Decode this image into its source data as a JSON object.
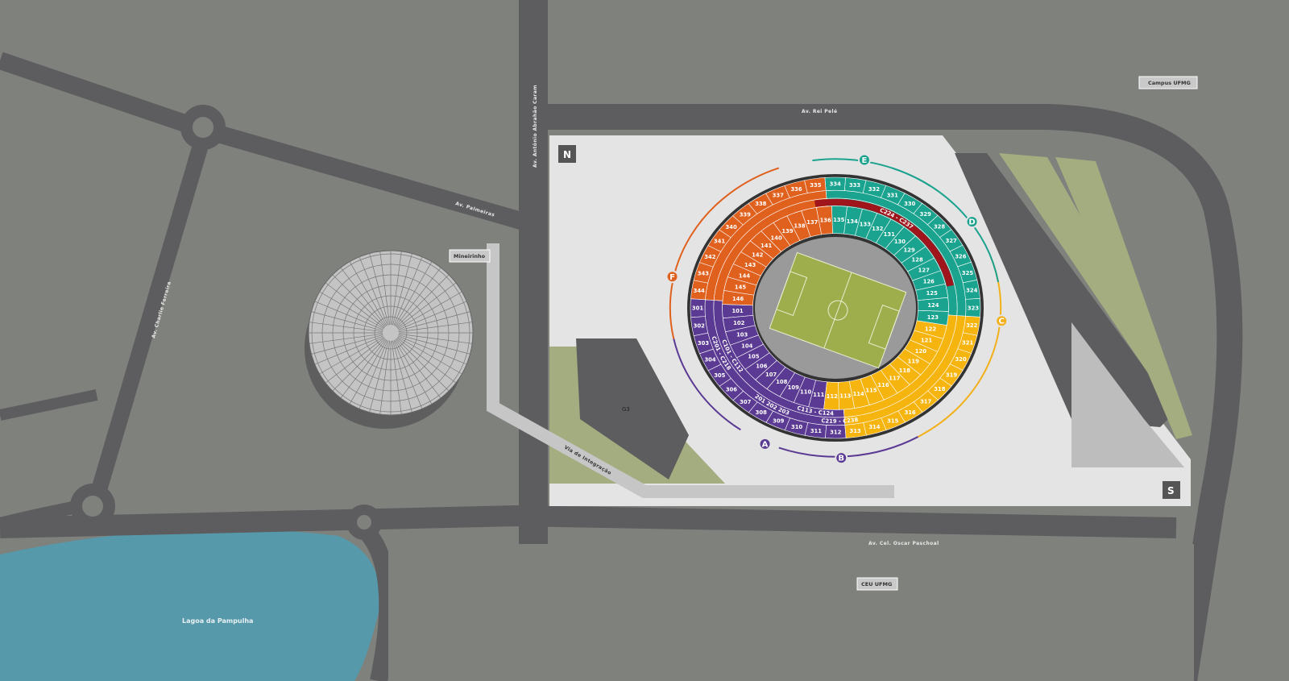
{
  "map": {
    "roads": {
      "rei_pele": "Av. Rei Pelé",
      "abrahao_caram": "Av. Antônio Abrahão Caram",
      "palmeiras": "Av. Palmeiras",
      "charlie_ferreira": "Av. Charlie Ferreira",
      "oscar_paschoal": "Av. Cel. Oscar Paschoal",
      "via_integracao": "Via de Integração"
    },
    "places": {
      "campus": "Campus UFMG",
      "mineirinho": "Mineirinho",
      "ceu": "CEU UFMG",
      "lagoa": "Lagoa da Pampulha",
      "parking": "G3"
    },
    "compass": {
      "north": "N",
      "south": "S"
    },
    "gates": [
      {
        "id": "A",
        "color": "#5b3a93"
      },
      {
        "id": "B",
        "color": "#5b3a93"
      },
      {
        "id": "C",
        "color": "#f2b01a"
      },
      {
        "id": "D",
        "color": "#1ba28e"
      },
      {
        "id": "E",
        "color": "#1ba28e"
      },
      {
        "id": "F",
        "color": "#e0601e"
      }
    ],
    "sectors": [
      {
        "name": "purple",
        "color": "#5b3a93",
        "upper": [
          "301",
          "302",
          "303",
          "304",
          "305",
          "306",
          "307",
          "308",
          "309",
          "310",
          "311",
          "312"
        ],
        "lower": [
          "101",
          "102",
          "103",
          "104",
          "105",
          "106",
          "107",
          "108",
          "109",
          "110",
          "111"
        ]
      },
      {
        "name": "yellow",
        "color": "#f6b40e",
        "upper": [
          "313",
          "314",
          "315",
          "316",
          "317",
          "318",
          "319",
          "320",
          "321",
          "322"
        ],
        "lower": [
          "112",
          "113",
          "114",
          "115",
          "116",
          "117",
          "118",
          "119",
          "120",
          "121",
          "122"
        ]
      },
      {
        "name": "teal",
        "color": "#1aa38f",
        "upper": [
          "323",
          "324",
          "325",
          "326",
          "327",
          "328",
          "329",
          "330",
          "331",
          "332",
          "333",
          "334"
        ],
        "lower": [
          "123",
          "124",
          "125",
          "126",
          "127",
          "128",
          "129",
          "130",
          "131",
          "132",
          "133",
          "134",
          "135"
        ]
      },
      {
        "name": "orange",
        "color": "#e0601e",
        "upper": [
          "335",
          "336",
          "337",
          "338",
          "339",
          "340",
          "341",
          "342",
          "343",
          "344"
        ],
        "lower": [
          "136",
          "137",
          "138",
          "139",
          "140",
          "141",
          "142",
          "143",
          "144",
          "145",
          "146"
        ]
      }
    ],
    "boxes": {
      "c_north": "C224 - C237",
      "c101": "C101 - C112",
      "c201": "C201 - C218",
      "c113": "C113 - C124",
      "c219": "C219 - C238",
      "s201": "201 202 203"
    }
  }
}
